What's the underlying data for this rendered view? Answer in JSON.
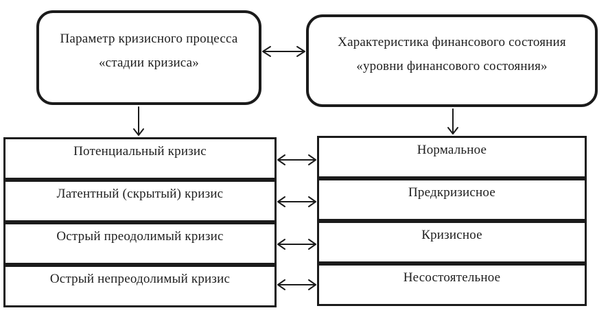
{
  "diagram": {
    "top_left_box": {
      "line1": "Параметр кризисного процесса",
      "line2": "«стадии кризиса»"
    },
    "top_right_box": {
      "line1": "Характеристика финансового состояния",
      "line2": "«уровни финансового состояния»"
    },
    "left_column": {
      "rows": [
        {
          "label": "Потенциальный кризис"
        },
        {
          "label": "Латентный (скрытый) кризис"
        },
        {
          "label": "Острый преодолимый кризис"
        },
        {
          "label": "Острый непреодолимый кризис"
        }
      ]
    },
    "right_column": {
      "rows": [
        {
          "label": "Нормальное"
        },
        {
          "label": "Предкризисное"
        },
        {
          "label": "Кризисное"
        },
        {
          "label": "Несостоятельное"
        }
      ]
    },
    "colors": {
      "line": "#1b1b1b",
      "text": "#202020",
      "background": "#ffffff"
    }
  }
}
